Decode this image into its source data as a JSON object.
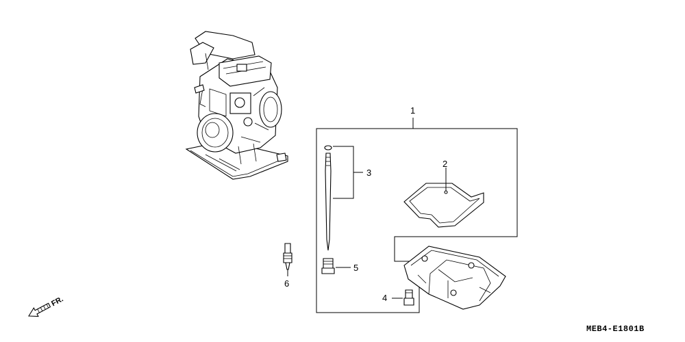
{
  "diagram": {
    "callouts": [
      {
        "id": "1",
        "label": "1"
      },
      {
        "id": "2",
        "label": "2"
      },
      {
        "id": "3",
        "label": "3"
      },
      {
        "id": "4",
        "label": "4"
      },
      {
        "id": "5",
        "label": "5"
      },
      {
        "id": "6",
        "label": "6"
      }
    ],
    "front_indicator": "FR.",
    "drawing_code": "MEB4-E1801B"
  }
}
